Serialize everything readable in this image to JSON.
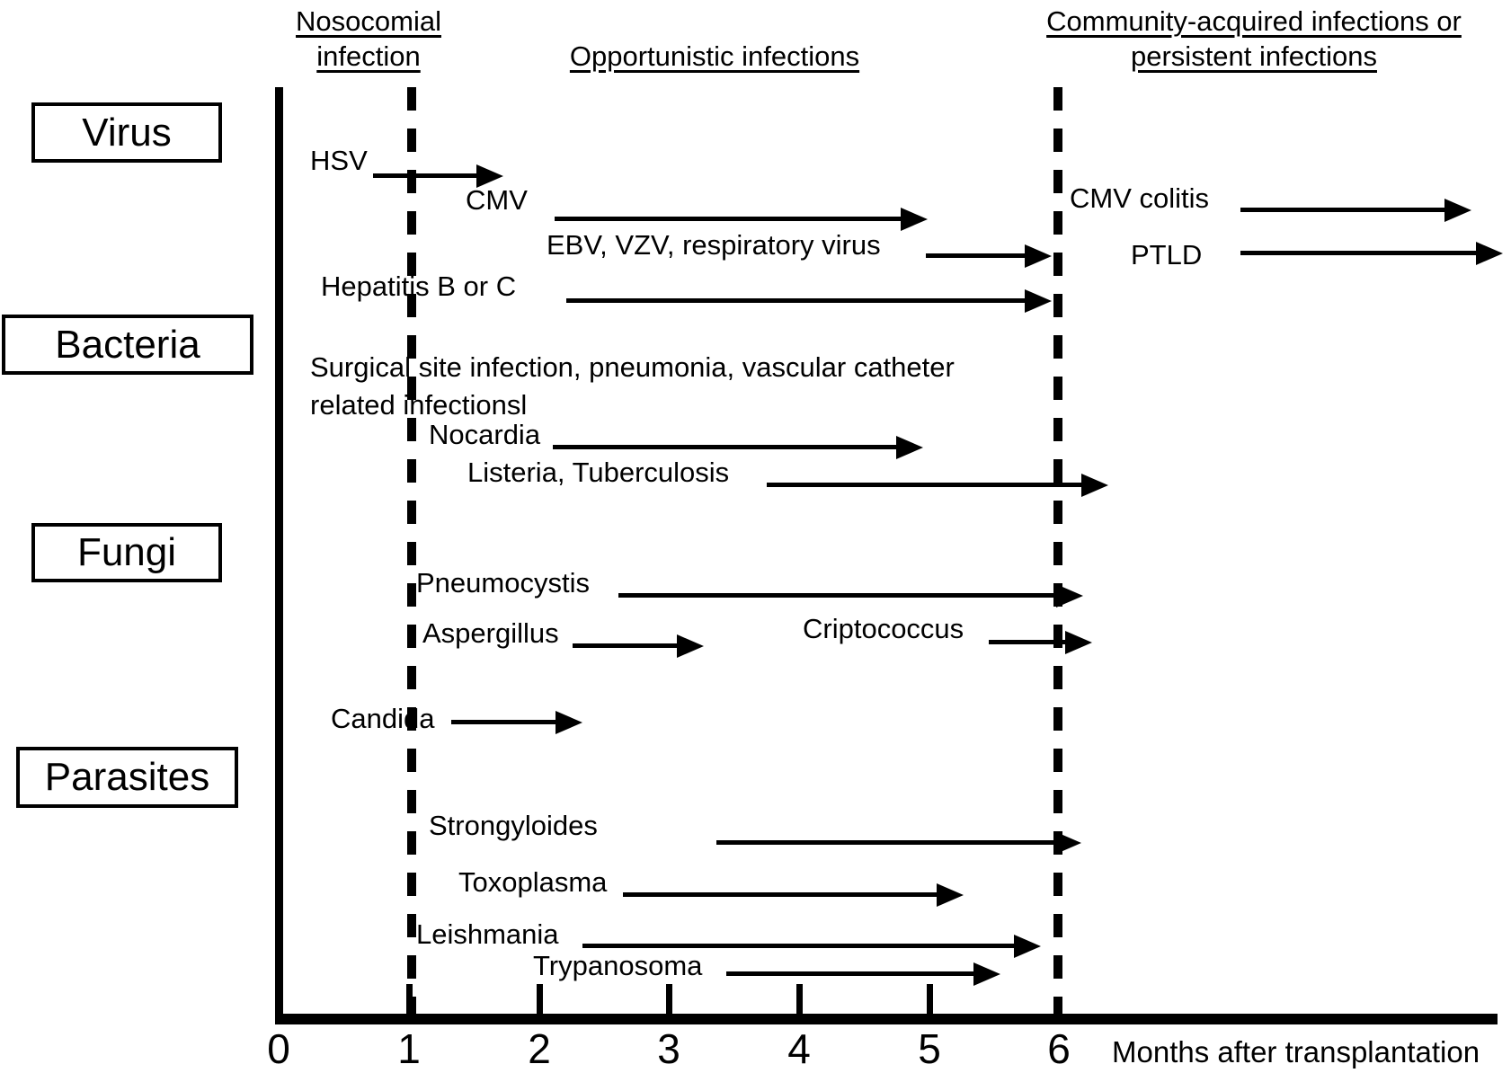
{
  "headers": {
    "nosocomial": [
      "Nosocomial",
      "infection"
    ],
    "opportunistic": "Opportunistic infections",
    "community": [
      "Community-acquired infections or",
      "persistent infections"
    ]
  },
  "categories": {
    "virus": "Virus",
    "bacteria": "Bacteria",
    "fungi": "Fungi",
    "parasites": "Parasites"
  },
  "axis": {
    "ticks": [
      "0",
      "1",
      "2",
      "3",
      "4",
      "5",
      "6"
    ],
    "label": "Months after transplantation",
    "unit": "months",
    "range": [
      0,
      6
    ],
    "dashed_lines_at_months": [
      1,
      6
    ]
  },
  "infections": {
    "hsv": {
      "label": "HSV",
      "group": "virus",
      "start_month": 0.7,
      "end_month": 1.7
    },
    "cmv": {
      "label": "CMV",
      "group": "virus",
      "start_month": 2.1,
      "end_month": 5.0
    },
    "ebv": {
      "label": "EBV, VZV, respiratory virus",
      "group": "virus",
      "start_month": 5.0,
      "end_month": 5.9
    },
    "hepatitis": {
      "label": "Hepatitis B or C",
      "group": "virus",
      "start_month": 2.2,
      "end_month": 5.9
    },
    "cmv_colitis": {
      "label": "CMV colitis",
      "group": "virus",
      "start_month": 7.4,
      "end_month": 9.2
    },
    "ptld": {
      "label": "PTLD",
      "group": "virus",
      "start_month": 7.4,
      "end_month": 9.4
    },
    "surgical": {
      "label": "Surgical site infection, pneumonia, vascular catheter related infectionsl",
      "lines": [
        "Surgical site infection, pneumonia, vascular catheter",
        "related infectionsl"
      ],
      "group": "bacteria",
      "start_month": null,
      "end_month": null
    },
    "nocardia": {
      "label": "Nocardia",
      "group": "bacteria",
      "start_month": 2.1,
      "end_month": 5.0
    },
    "listeria": {
      "label": "Listeria, Tuberculosis",
      "group": "bacteria",
      "start_month": 3.8,
      "end_month": 6.4
    },
    "pneumocystis": {
      "label": "Pneumocystis",
      "group": "fungi",
      "start_month": 2.6,
      "end_month": 6.2
    },
    "aspergillus": {
      "label": "Aspergillus",
      "group": "fungi",
      "start_month": 2.3,
      "end_month": 3.3
    },
    "criptococcus": {
      "label": "Criptococcus",
      "group": "fungi",
      "start_month": 5.5,
      "end_month": 6.3
    },
    "candida": {
      "label": "Candida",
      "group": "fungi",
      "start_month": 1.3,
      "end_month": 2.3
    },
    "strongyloides": {
      "label": "Strongyloides",
      "group": "parasites",
      "start_month": 3.4,
      "end_month": 6.2
    },
    "toxoplasma": {
      "label": "Toxoplasma",
      "group": "parasites",
      "start_month": 2.6,
      "end_month": 5.3
    },
    "leishmania": {
      "label": "Leishmania",
      "group": "parasites",
      "start_month": 2.3,
      "end_month": 5.9
    },
    "trypanosoma": {
      "label": "Trypanosoma",
      "group": "parasites",
      "start_month": 3.4,
      "end_month": 5.6
    }
  }
}
